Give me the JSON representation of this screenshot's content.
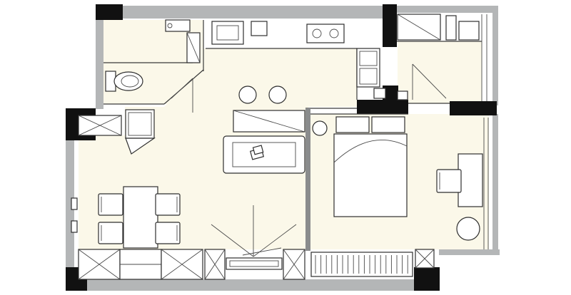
{
  "plan": {
    "floor_color": "#fbf8e9",
    "wall_color": "#b4b6b7",
    "column_color": "#111111"
  },
  "rooms": [
    {
      "name": "bathroom",
      "fixtures": [
        "toilet-icon",
        "sink-icon"
      ]
    },
    {
      "name": "kitchen",
      "fixtures": [
        "stove-icon",
        "double-sink-icon",
        "sink-icon"
      ]
    },
    {
      "name": "laundry",
      "fixtures": [
        "washer-icon"
      ]
    },
    {
      "name": "living-dining",
      "fixtures": [
        "sofa-icon",
        "dining-table-icon",
        "bar-stool-icon"
      ]
    },
    {
      "name": "bedroom",
      "fixtures": [
        "bed-icon",
        "desk-icon",
        "chair-icon"
      ]
    }
  ]
}
